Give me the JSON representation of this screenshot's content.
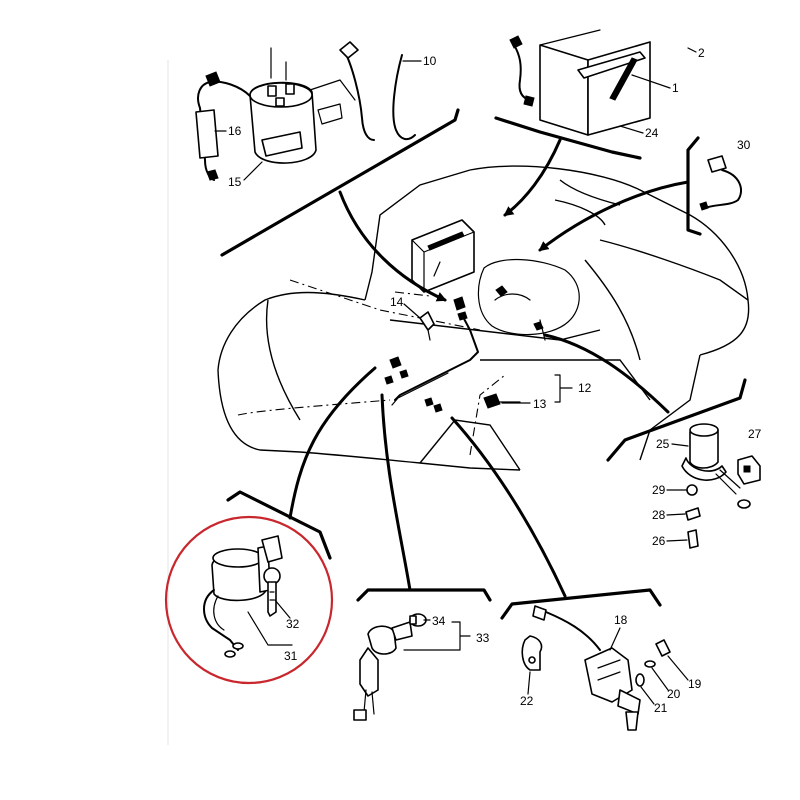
{
  "colors": {
    "line": "#000000",
    "highlight": "#c8282d",
    "background": "#ffffff"
  },
  "labels": {
    "n1": "1",
    "n2": "2",
    "n10": "10",
    "n12": "12",
    "n13": "13",
    "n14": "14",
    "n15": "15",
    "n16": "16",
    "n18": "18",
    "n19": "19",
    "n20": "20",
    "n21": "21",
    "n22": "22",
    "n24": "24",
    "n25": "25",
    "n26": "26",
    "n27": "27",
    "n28": "28",
    "n29": "29",
    "n30": "30",
    "n31": "31",
    "n32": "32",
    "n33": "33",
    "n34": "34"
  },
  "highlight": {
    "shape": "circle",
    "encloses": [
      "31",
      "32"
    ]
  }
}
